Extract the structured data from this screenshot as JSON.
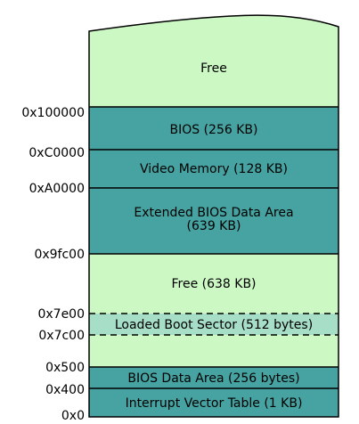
{
  "colors": {
    "free": "#ccf8c4",
    "teal": "#46a3a1",
    "boot_sector": "#a6dec8",
    "outline": "#000000"
  },
  "regions": [
    {
      "id": "free-top",
      "label": "Free"
    },
    {
      "id": "bios",
      "label": "BIOS (256 KB)"
    },
    {
      "id": "video-memory",
      "label": "Video Memory (128 KB)"
    },
    {
      "id": "ebda",
      "label_line1": "Extended BIOS Data Area",
      "label_line2": "(639 KB)"
    },
    {
      "id": "free-middle",
      "label": "Free (638 KB)"
    },
    {
      "id": "boot-sector",
      "label": "Loaded Boot Sector (512 bytes)"
    },
    {
      "id": "free-low",
      "label": ""
    },
    {
      "id": "bios-data-area",
      "label": "BIOS Data Area (256 bytes)"
    },
    {
      "id": "ivt",
      "label": "Interrupt Vector Table (1 KB)"
    }
  ],
  "addresses": [
    "0x100000",
    "0xC0000",
    "0xA0000",
    "0x9fc00",
    "0x7e00",
    "0x7c00",
    "0x500",
    "0x400",
    "0x0"
  ]
}
